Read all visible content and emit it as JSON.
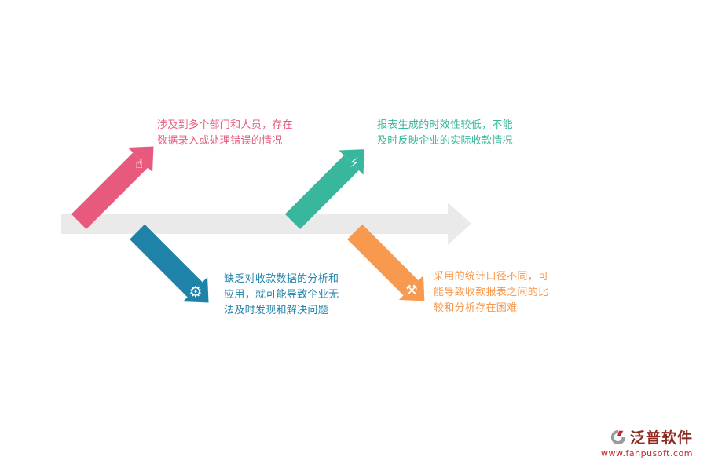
{
  "diagram": {
    "spine_color": "#eaeaea",
    "causes": [
      {
        "id": "data-entry-errors",
        "color": "#e85a7d",
        "icon": "hand-icon",
        "text": "涉及到多个部门和人员，存在\n数据录入或处理错误的情况"
      },
      {
        "id": "report-timeliness",
        "color": "#38b79c",
        "icon": "battery-icon",
        "text": "报表生成的时效性较低，不能\n及时反映企业的实际收款情况"
      },
      {
        "id": "lack-of-analysis",
        "color": "#1f82a8",
        "icon": "gears-icon",
        "text": "缺乏对收款数据的分析和\n应用，就可能导致企业无\n法及时发现和解决问题"
      },
      {
        "id": "inconsistent-statistics",
        "color": "#f7994f",
        "icon": "tools-icon",
        "text": "采用的统计口径不同，可\n能导致收款报表之间的比\n较和分析存在困难"
      }
    ],
    "icons": {
      "hand": "☝",
      "battery": "⚡",
      "gears": "⚙",
      "tools": "⚒"
    }
  },
  "watermark": {
    "brand": "泛普软件",
    "url": "www.fanpusoft.com",
    "brand_color": "#8e2a22",
    "url_color": "#c1272d"
  }
}
